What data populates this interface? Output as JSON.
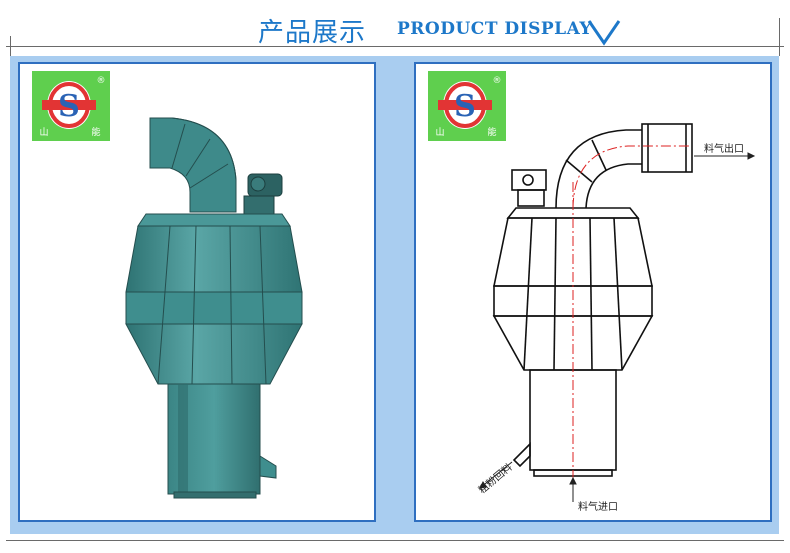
{
  "header": {
    "title_cn": "产品展示",
    "title_en": "PRODUCT DISPLAY"
  },
  "logo": {
    "letter": "S",
    "text_left": "山",
    "text_right": "能",
    "registered": "®"
  },
  "drawing": {
    "label_outlet": "料气出口",
    "label_inlet": "料气进口",
    "label_return": "粗粉回料"
  },
  "colors": {
    "accent_blue": "#1d78c9",
    "panel_border": "#2f6fc0",
    "band": "#a9cdf0",
    "machine_teal": "#3f8e8e",
    "logo_green": "#5fcf4e",
    "logo_red": "#e23434"
  }
}
